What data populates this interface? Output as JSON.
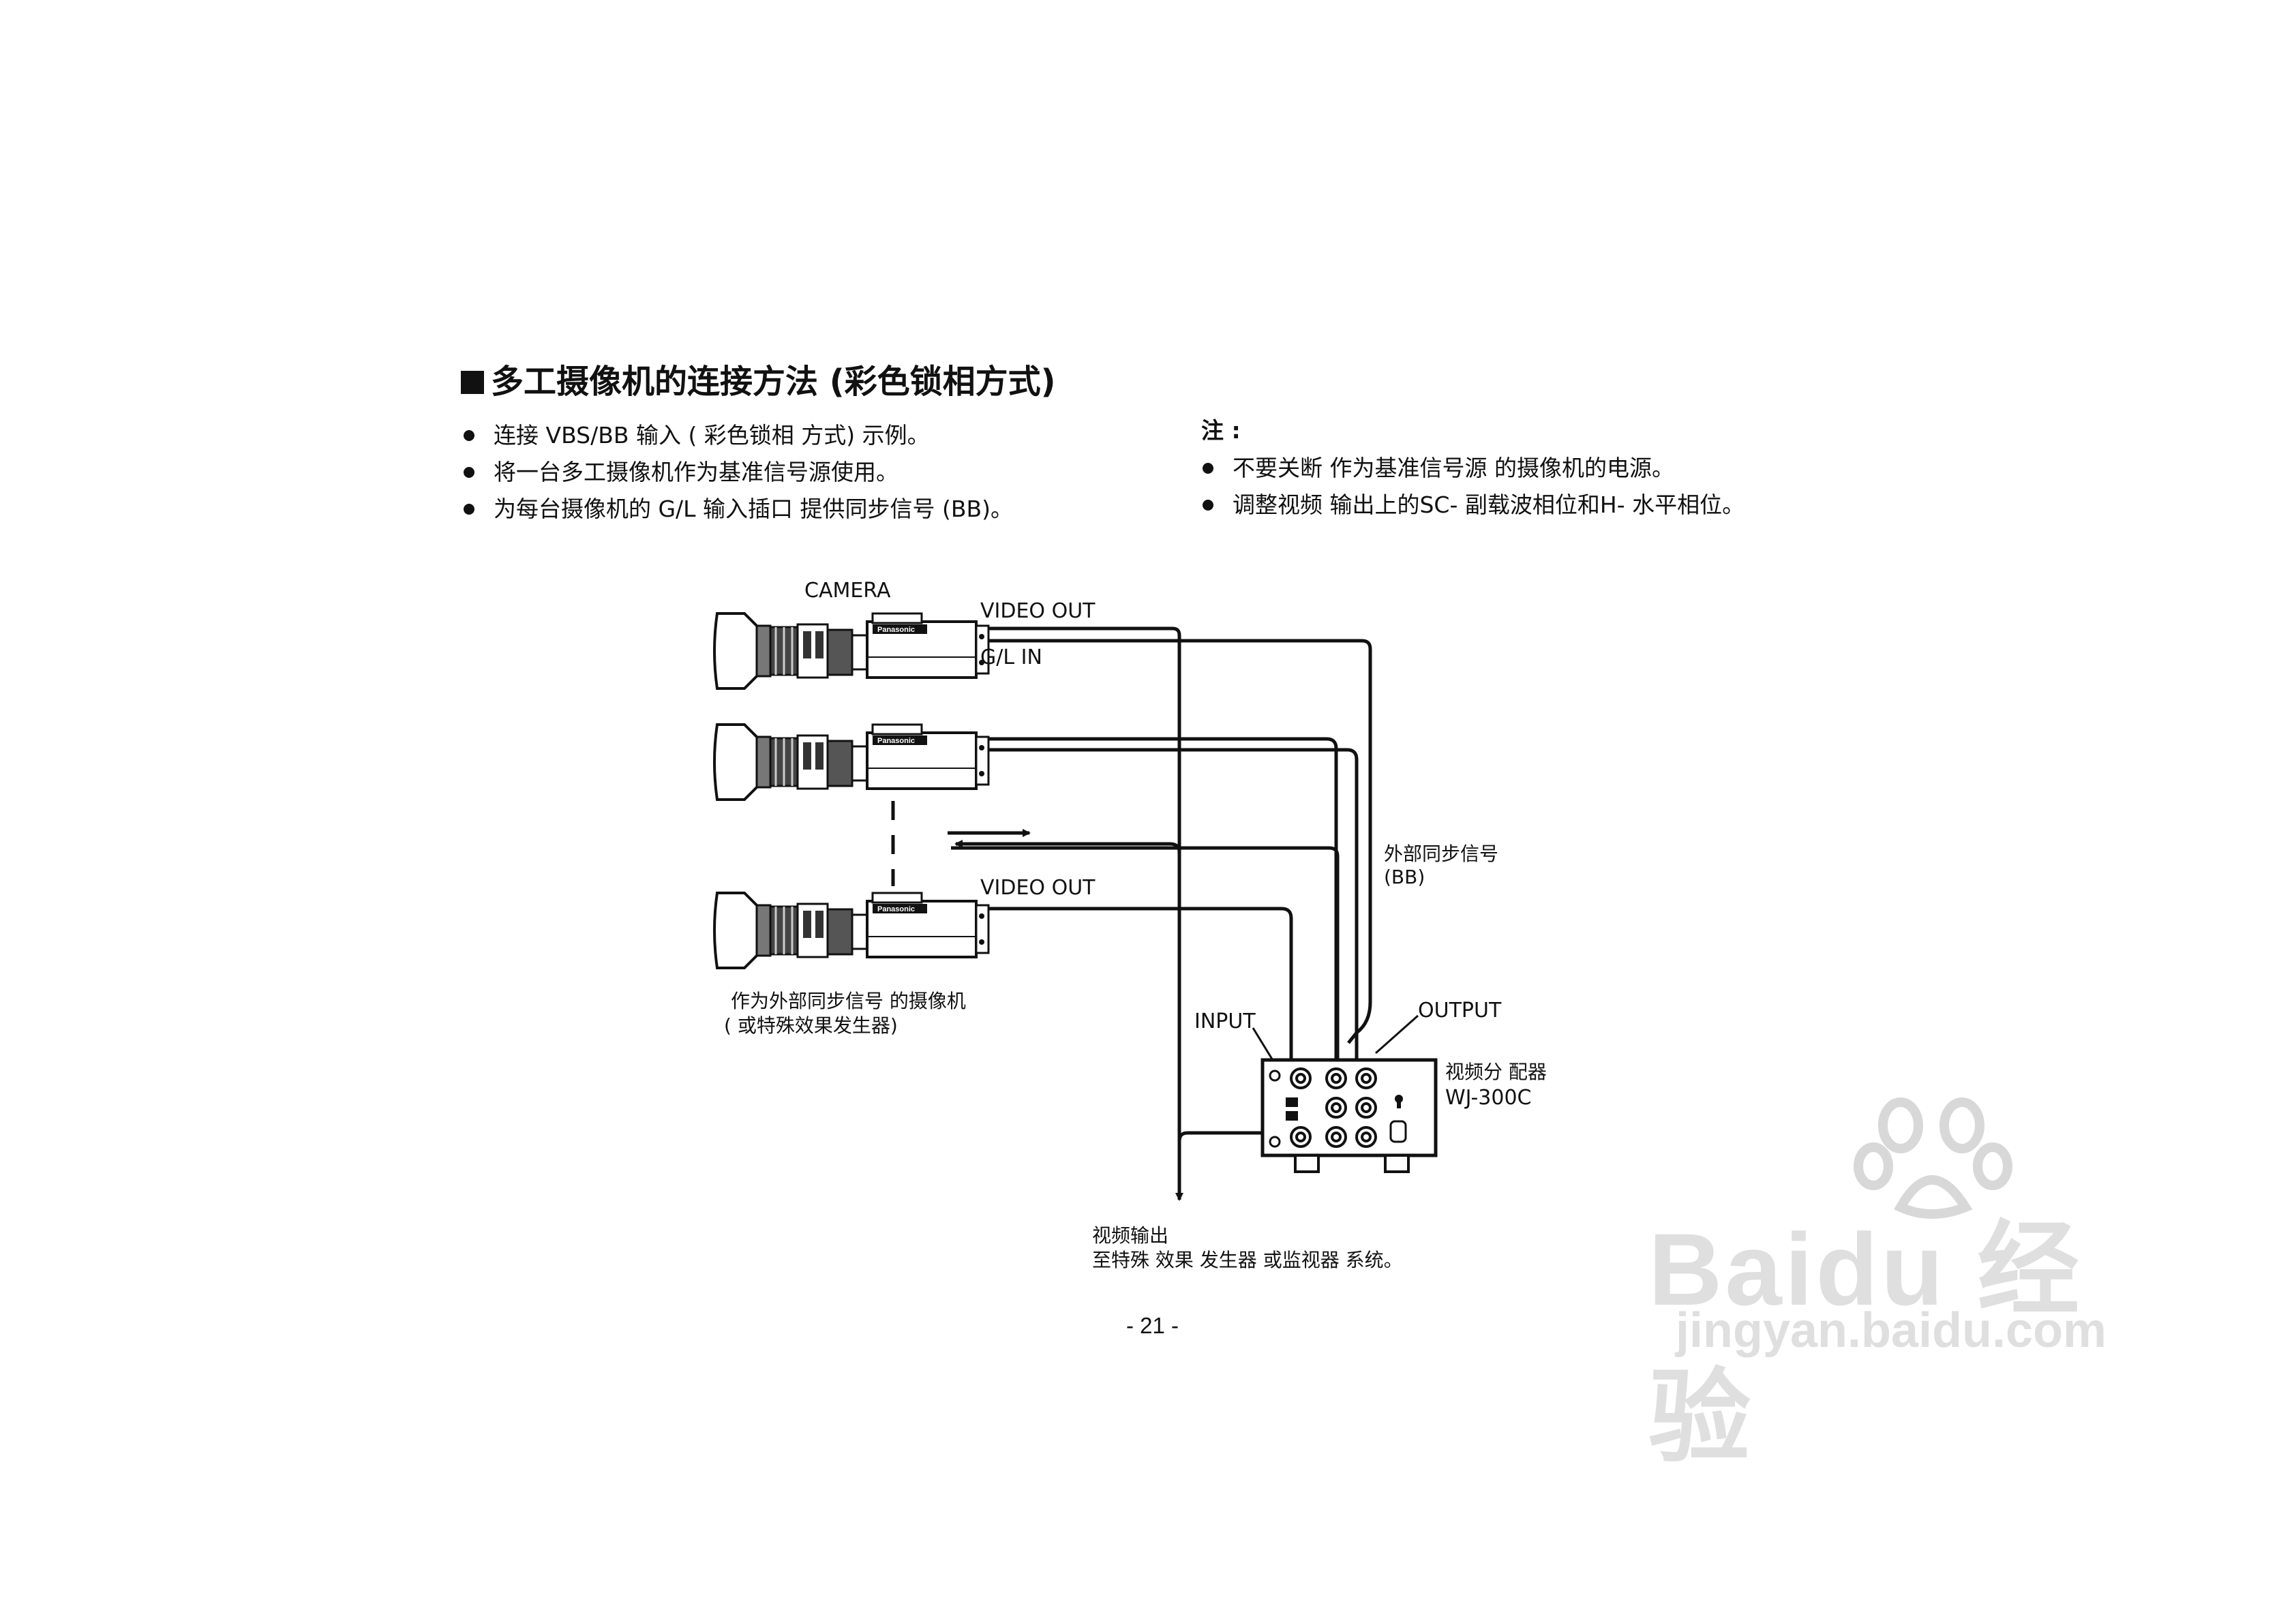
{
  "title": "多工摄像机的连接方法 (彩色锁相方式)",
  "left_bullets": [
    "连接 VBS/BB 输入 ( 彩色锁相 方式)  示例。",
    "将一台多工摄像机作为基准信号源使用。",
    "为每台摄像机的 G/L 输入插口 提供同步信号 (BB)。"
  ],
  "note": {
    "label": "注 :",
    "items": [
      "不要关断 作为基准信号源 的摄像机的电源。",
      "调整视频 输出上的SC- 副载波相位和H- 水平相位。"
    ]
  },
  "diagram": {
    "camera_label": "CAMERA",
    "video_out_top": "VIDEO OUT",
    "gl_in": "G/L  IN",
    "video_out_bottom": "VIDEO OUT",
    "camera_brand": "Panasonic",
    "ext_sync_line1": "外部同步信号",
    "ext_sync_line2": "(BB)",
    "ref_camera_line1": "作为外部同步信号 的摄像机",
    "ref_camera_line2": "( 或特殊效果发生器)",
    "input_label": "INPUT",
    "output_label": "OUTPUT",
    "distributor_line1": "视频分 配器",
    "distributor_line2": "WJ-300C",
    "video_output_line1": "视频输出",
    "video_output_line2": "至特殊 效果 发生器 或监视器 系统。"
  },
  "page_number": "- 21 -",
  "watermark": {
    "brand": "Baidu 经验",
    "site": "jingyan.baidu.com"
  }
}
